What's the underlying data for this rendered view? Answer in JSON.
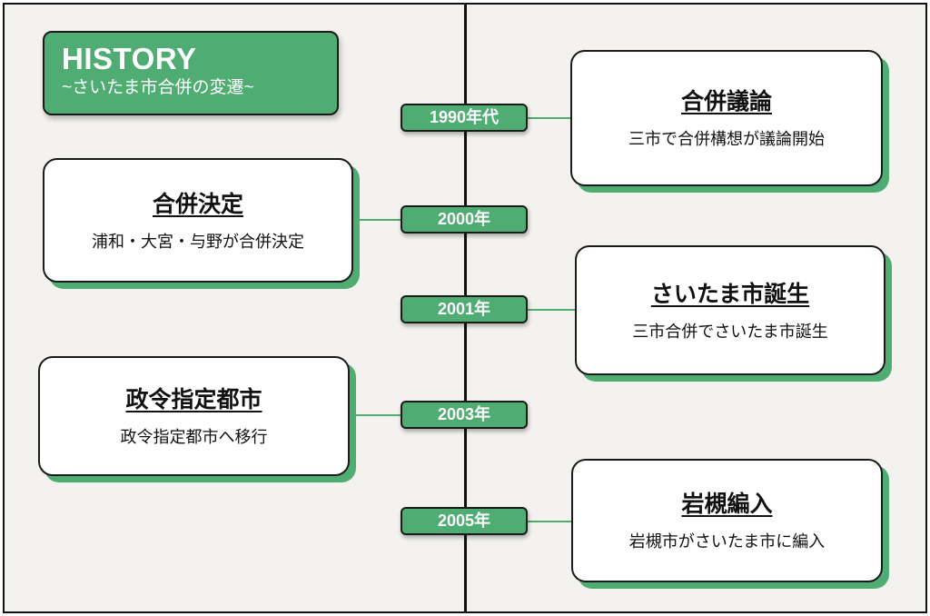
{
  "header": {
    "title": "HISTORY",
    "subtitle": "~さいたま市合併の変遷~"
  },
  "colors": {
    "accent": "#4fac73",
    "background": "#f3f2ee",
    "border": "#1a1a1a"
  },
  "events": [
    {
      "year": "1990年代",
      "title": "合併議論",
      "desc": "三市で合併構想が議論開始",
      "side": "right"
    },
    {
      "year": "2000年",
      "title": "合併決定",
      "desc": "浦和・大宮・与野が合併決定",
      "side": "left"
    },
    {
      "year": "2001年",
      "title": "さいたま市誕生",
      "desc": "三市合併でさいたま市誕生",
      "side": "right"
    },
    {
      "year": "2003年",
      "title": "政令指定都市",
      "desc": "政令指定都市へ移行",
      "side": "left"
    },
    {
      "year": "2005年",
      "title": "岩槻編入",
      "desc": "岩槻市がさいたま市に編入",
      "side": "right"
    }
  ]
}
